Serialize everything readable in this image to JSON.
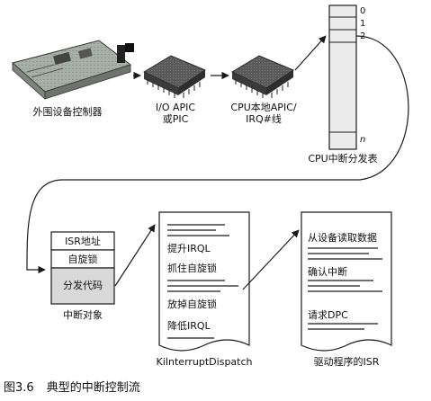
{
  "nodes": {
    "controller": "外围设备控制器",
    "io_apic": "I/O APIC\n或PIC",
    "cpu_apic": "CPU本地APIC/\nIRQ#线",
    "dispatch_table": "CPU中断分发表"
  },
  "dispatch_table": {
    "indices": [
      "0",
      "1",
      "2",
      "n"
    ]
  },
  "interrupt_object": {
    "rows": [
      "ISR地址",
      "自旋锁",
      "分发代码"
    ],
    "label": "中断对象"
  },
  "ki_dispatch": {
    "items": [
      "提升IRQL",
      "抓住自旋锁",
      "放掉自旋锁",
      "降低IRQL"
    ],
    "label": "KiInterruptDispatch"
  },
  "driver_isr": {
    "items": [
      "从设备读取数据",
      "确认中断",
      "请求DPC"
    ],
    "label": "驱动程序的ISR"
  },
  "caption": {
    "number": "图3.6",
    "title": "典型的中断控制流"
  },
  "colors": {
    "ink": "#1a1a1a",
    "table_fill": "#ececec",
    "chip_dark": "#4a4a4a",
    "chip_light": "#8a8a8a",
    "board_fill": "#9aa39a",
    "dispatch_row_fill": "#d9d9d9"
  }
}
